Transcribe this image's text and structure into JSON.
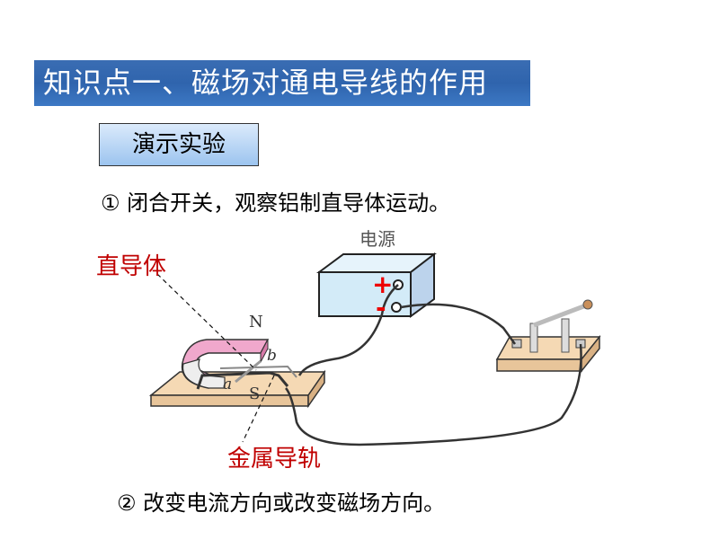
{
  "title": "知识点一、磁场对通电导线的作用",
  "demo_button": "演示实验",
  "step1": "① 闭合开关，观察铝制直导体运动。",
  "step2": "② 改变电流方向或改变磁场方向。",
  "diagram": {
    "power_label": "电源",
    "plus": "+",
    "minus": "-",
    "north": "N",
    "south": "S",
    "point_a": "a",
    "point_b": "b",
    "conductor_label": "直导体",
    "rail_label": "金属导轨"
  },
  "colors": {
    "title_bg": "#3368b0",
    "label_red": "#c00000"
  }
}
